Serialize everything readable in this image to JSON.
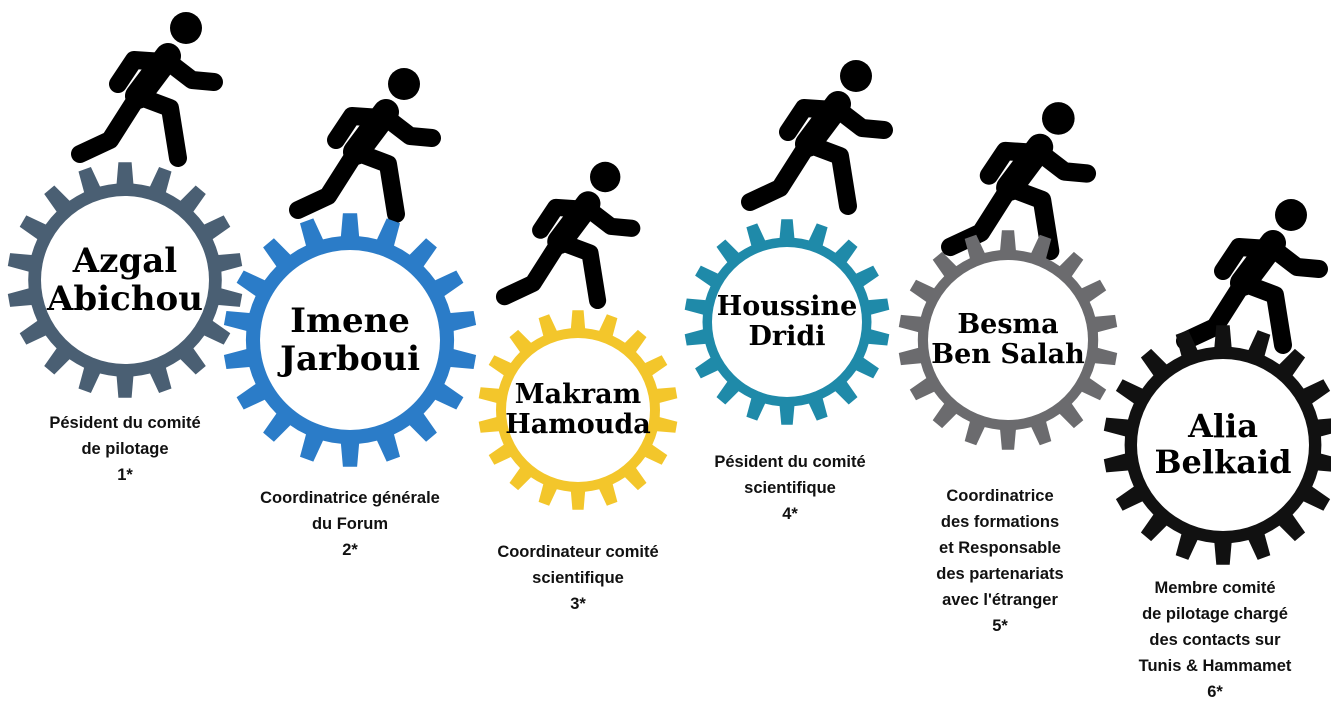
{
  "members": [
    {
      "name": [
        "Azgal",
        "Abichou"
      ],
      "role": [
        "Pésident du comité",
        "de pilotage",
        "1*"
      ],
      "color": "#4a5f73"
    },
    {
      "name": [
        "Imene",
        "Jarboui"
      ],
      "role": [
        "Coordinatrice générale",
        "du Forum",
        "2*"
      ],
      "color": "#2b7cc8"
    },
    {
      "name": [
        "Makram",
        "Hamouda"
      ],
      "role": [
        "Coordinateur comité",
        "scientifique",
        "3*"
      ],
      "color": "#f3c62b"
    },
    {
      "name": [
        "Houssine",
        "Dridi"
      ],
      "role": [
        "Pésident du comité",
        "scientifique",
        "4*"
      ],
      "color": "#1f8aa9"
    },
    {
      "name": [
        "Besma",
        "Ben Salah"
      ],
      "role": [
        "Coordinatrice",
        "des formations",
        "et Responsable",
        "des partenariats",
        "avec l'étranger",
        "5*"
      ],
      "color": "#6b6b6e"
    },
    {
      "name": [
        "Alia",
        "Belkaid"
      ],
      "role": [
        "Membre comité",
        "de pilotage chargé",
        "des contacts sur",
        "Tunis & Hammamet",
        "6*"
      ],
      "color": "#111111"
    }
  ],
  "icons": {
    "gear": "gear-icon",
    "runner": "running-person-icon"
  }
}
